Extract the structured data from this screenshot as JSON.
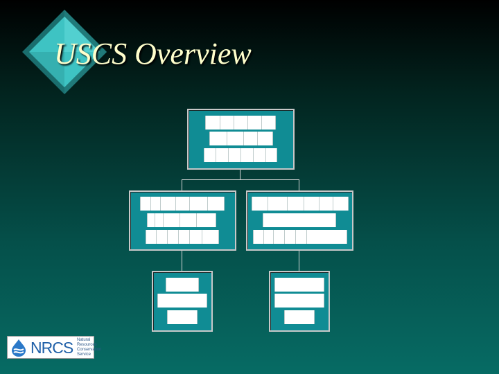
{
  "slide": {
    "title": "USCS Overview",
    "colors": {
      "background_top": "#000000",
      "background_bottom": "#066b64",
      "title_text": "#ffffcc",
      "diamond": "#3ec3c3",
      "org_box_fill": "#108c94",
      "org_box_border": "#c8c8c8",
      "placeholder_bar": "#ffffff"
    },
    "icons": [
      "diamond-bullet-icon",
      "water-drop-icon"
    ]
  },
  "logo": {
    "wordmark": "NRCS",
    "fine_print": [
      "Natural",
      "Resources",
      "Conservation",
      "Service"
    ]
  }
}
